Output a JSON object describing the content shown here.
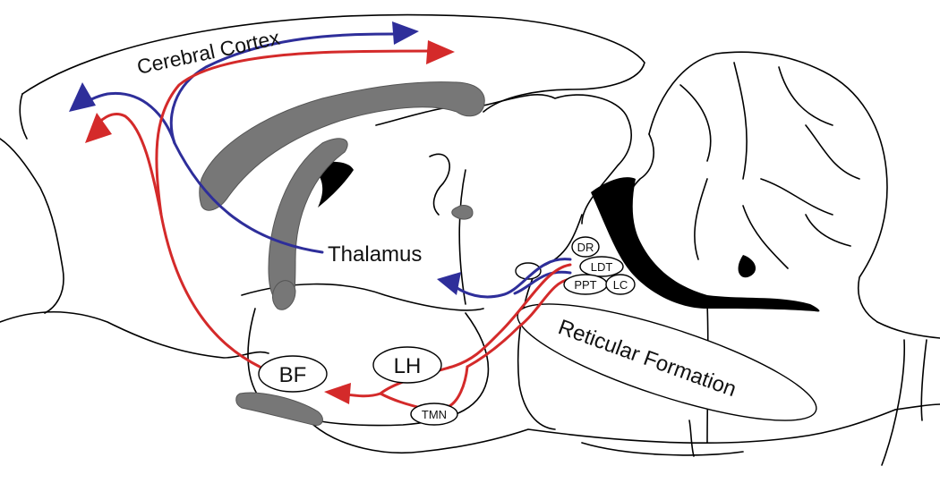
{
  "labels": {
    "cortex": "Cerebral Cortex",
    "thalamus": "Thalamus",
    "bf": "BF",
    "lh": "LH",
    "tmn": "TMN",
    "dr": "DR",
    "ldt": "LDT",
    "ppt": "PPT",
    "lc": "LC",
    "reticular": "Reticular Formation"
  },
  "colors": {
    "ascending_thalamic": "#2e2e9a",
    "ascending_extrathalamic": "#d42a2a",
    "ventricles": "#777777"
  }
}
